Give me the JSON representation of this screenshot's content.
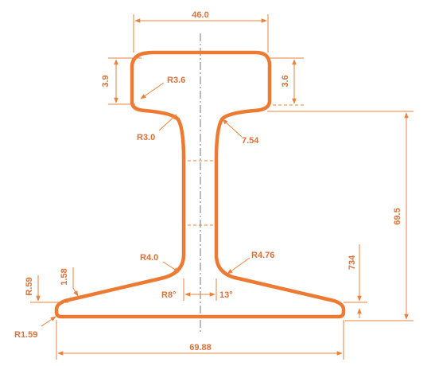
{
  "colors": {
    "profile": "#ec7a32",
    "dimension": "#e8823c",
    "label": "#d9713a",
    "centerline": "#555555",
    "background": "#ffffff"
  },
  "labels": {
    "head_width": "46.0",
    "head_left_height": "3.9",
    "head_right_height": "3.6",
    "radius_head_inner": "R3.6",
    "radius_web_top_left": "R3.0",
    "radius_web_top_right": "7.54",
    "total_height": "69.5",
    "radius_web_bottom_left": "R4.0",
    "radius_web_bottom_right": "R4.76",
    "flange_right_dim": "734",
    "flange_left_dim_a": "R.59",
    "flange_left_dim_b": "1.58",
    "angle_left": "R8°",
    "angle_right": "13°",
    "radius_foot": "R1.59",
    "base_width": "69.88"
  }
}
